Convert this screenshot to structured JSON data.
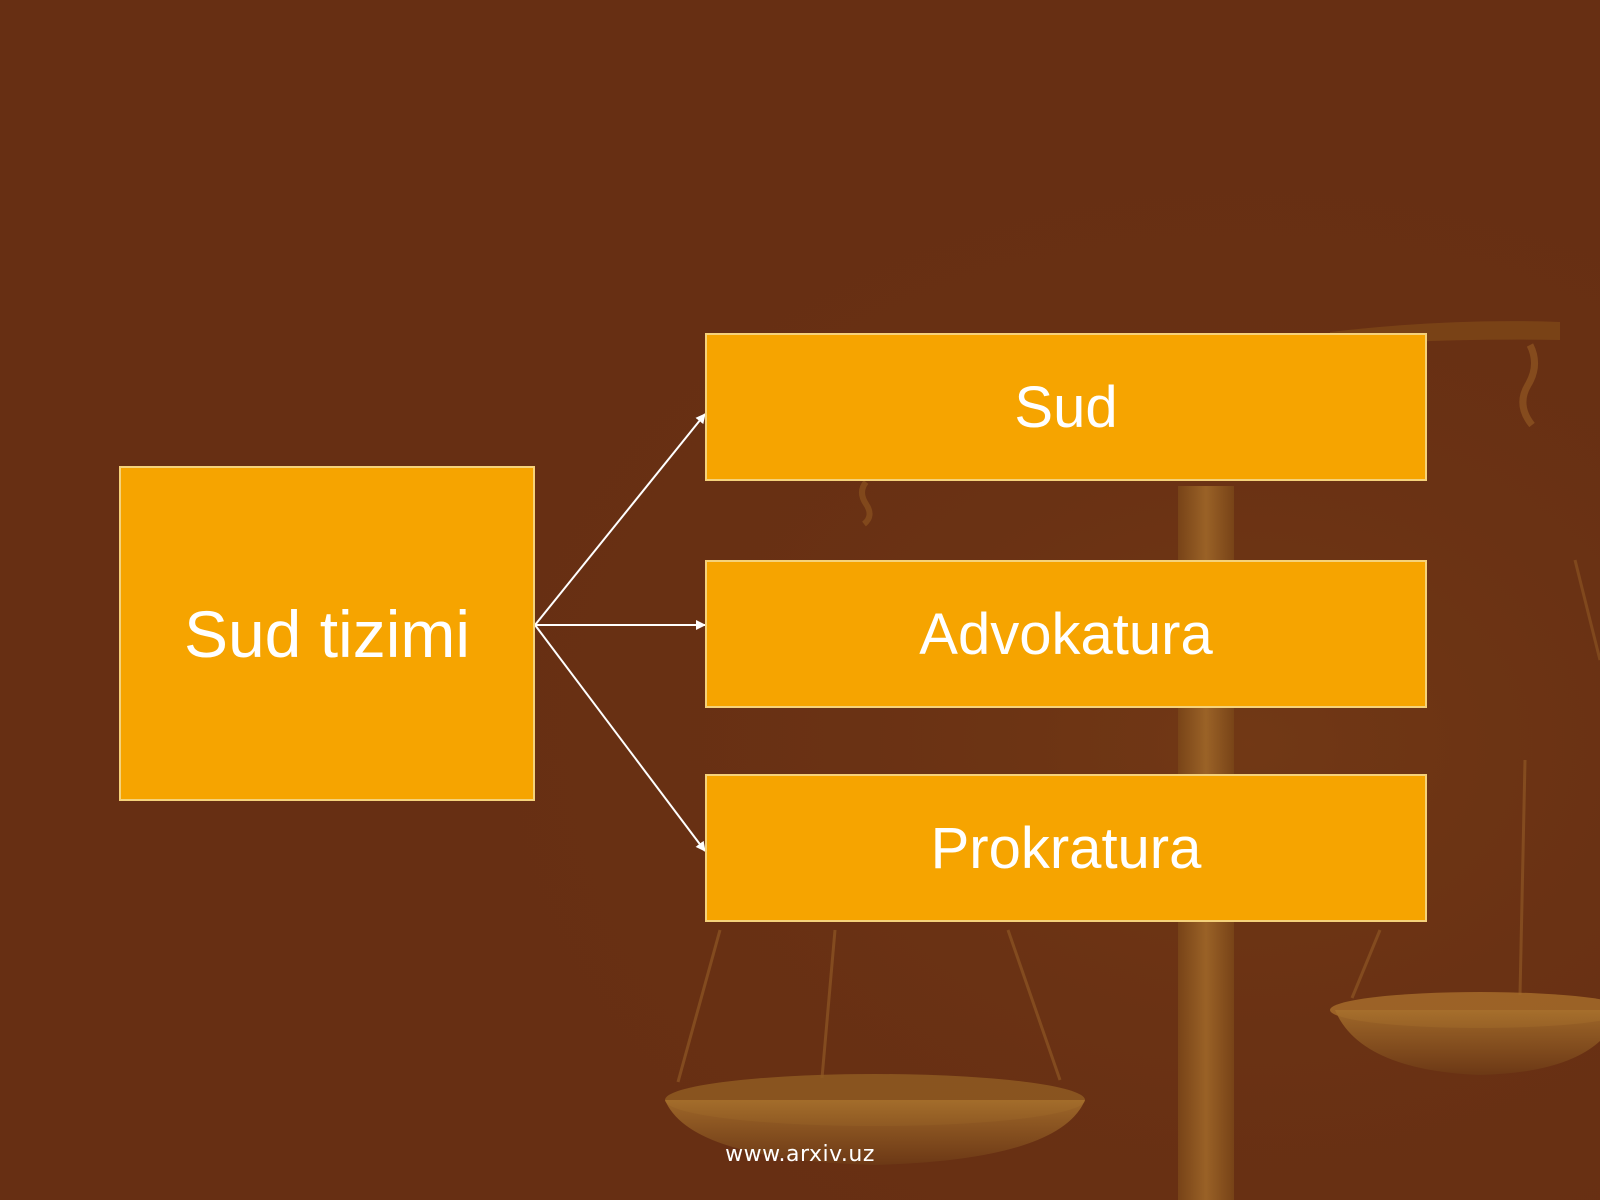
{
  "slide": {
    "background_color": "#672f13",
    "box_color": "#f6a400",
    "box_border_color": "#f5d27a",
    "text_color": "#ffffff"
  },
  "diagram": {
    "root": {
      "label": "Sud tizimi"
    },
    "children": [
      {
        "label": "Sud"
      },
      {
        "label": "Advokatura"
      },
      {
        "label": "Prokratura"
      }
    ]
  },
  "background_image": {
    "icon": "scales-of-justice-icon"
  },
  "footer": {
    "text": "www.arxiv.uz"
  }
}
